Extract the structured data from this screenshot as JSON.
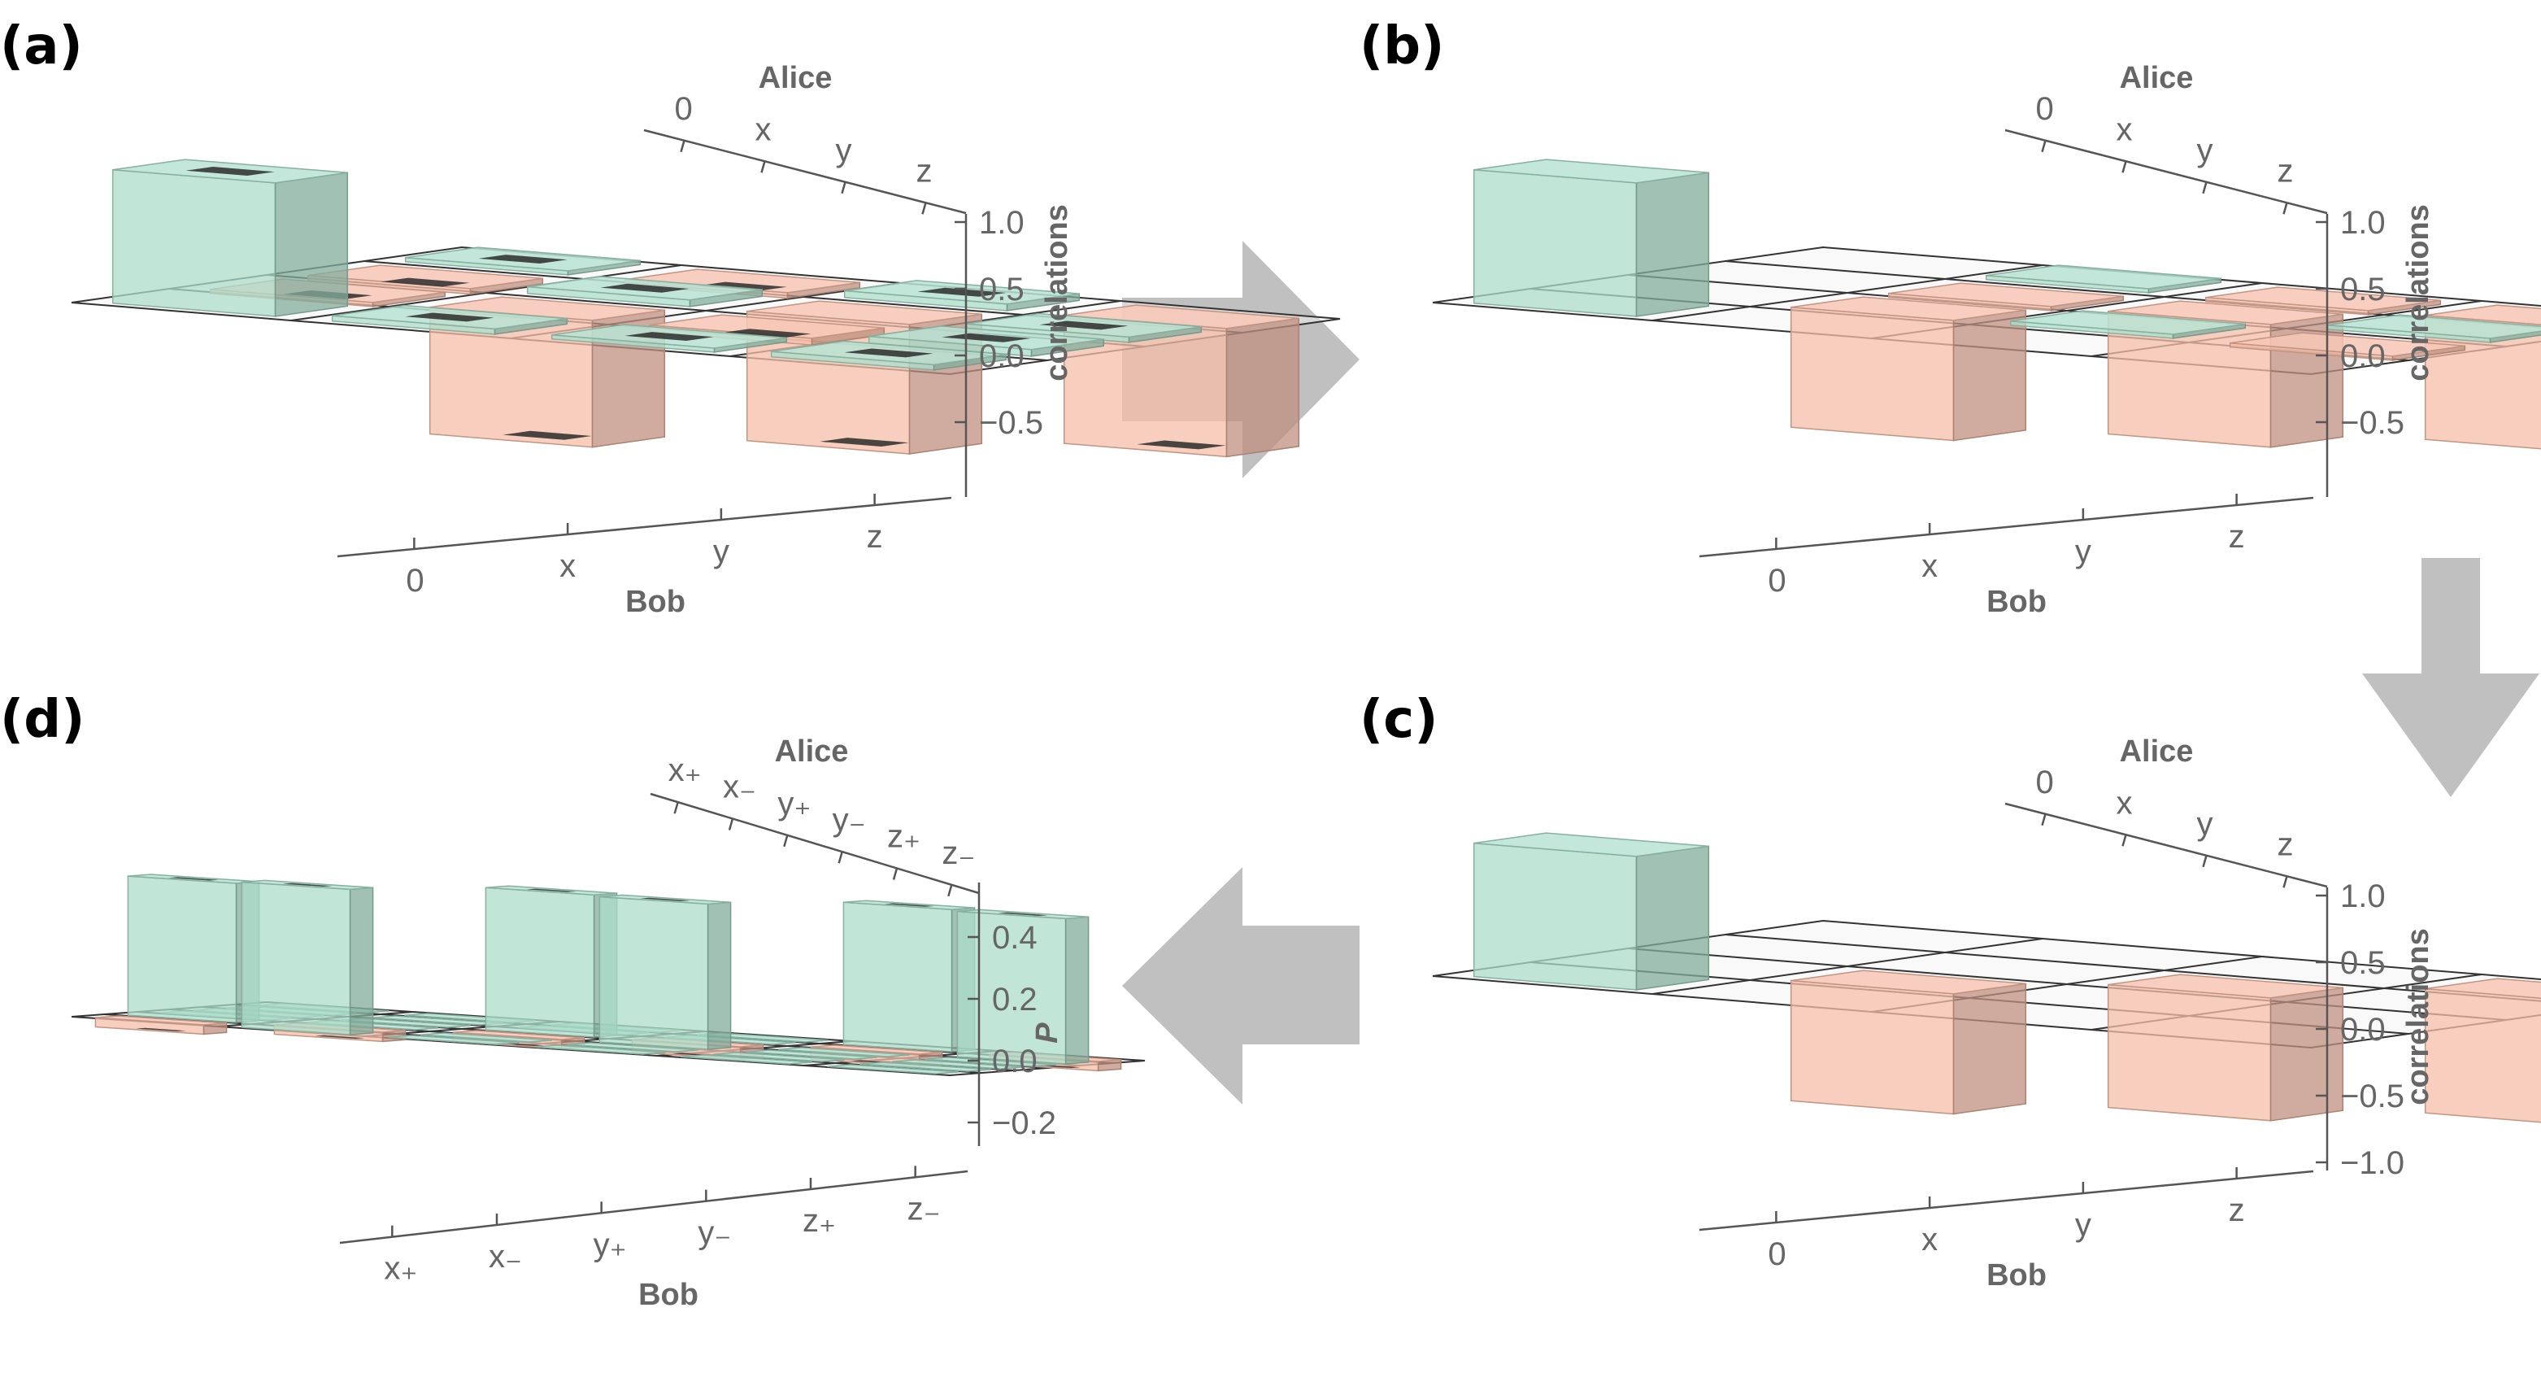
{
  "figure": {
    "panels": {
      "a": {
        "label": "(a)"
      },
      "b": {
        "label": "(b)"
      },
      "c": {
        "label": "(c)"
      },
      "d": {
        "label": "(d)"
      }
    }
  },
  "colors": {
    "positive": "#a8dcc8",
    "negative": "#f5b9a3",
    "error": "#2b2b2b",
    "arrow": "#c0c0c0"
  },
  "chart_data": [
    {
      "panel": "a",
      "type": "bar3d",
      "title": "",
      "axis_alice_label": "Alice",
      "axis_bob_label": "Bob",
      "z_label": "correlations",
      "alice_categories": [
        "0",
        "x",
        "y",
        "z"
      ],
      "bob_categories": [
        "0",
        "x",
        "y",
        "z"
      ],
      "z_ticks": [
        "1.0",
        "0.5",
        "0.0",
        "−0.5"
      ],
      "zlim": [
        -1.0,
        1.0
      ],
      "values": [
        [
          1.0,
          0.04,
          0.03,
          0.04
        ],
        [
          -0.03,
          -0.95,
          -0.05,
          0.05
        ],
        [
          -0.04,
          0.05,
          -0.97,
          0.04
        ],
        [
          0.03,
          -0.04,
          0.05,
          -0.96
        ]
      ],
      "error_markers": true
    },
    {
      "panel": "b",
      "type": "bar3d",
      "title": "",
      "axis_alice_label": "Alice",
      "axis_bob_label": "Bob",
      "z_label": "correlations",
      "alice_categories": [
        "0",
        "x",
        "y",
        "z"
      ],
      "bob_categories": [
        "0",
        "x",
        "y",
        "z"
      ],
      "z_ticks": [
        "1.0",
        "0.5",
        "0.0",
        "−0.5"
      ],
      "zlim": [
        -1.0,
        1.0
      ],
      "values": [
        [
          1.0,
          0.0,
          0.0,
          0.0
        ],
        [
          0.0,
          -0.9,
          0.03,
          -0.03
        ],
        [
          0.0,
          -0.03,
          -0.92,
          0.03
        ],
        [
          0.0,
          0.03,
          -0.03,
          -0.93
        ]
      ],
      "error_markers": false
    },
    {
      "panel": "c",
      "type": "bar3d",
      "title": "",
      "axis_alice_label": "Alice",
      "axis_bob_label": "Bob",
      "z_label": "correlations",
      "alice_categories": [
        "0",
        "x",
        "y",
        "z"
      ],
      "bob_categories": [
        "0",
        "x",
        "y",
        "z"
      ],
      "z_ticks": [
        "1.0",
        "0.5",
        "0.0",
        "−0.5",
        "−1.0"
      ],
      "zlim": [
        -1.0,
        1.0
      ],
      "values": [
        [
          1.0,
          0.0,
          0.0,
          0.0
        ],
        [
          0.0,
          -0.9,
          0.0,
          0.0
        ],
        [
          0.0,
          0.0,
          -0.92,
          0.0
        ],
        [
          0.0,
          0.0,
          0.0,
          -0.93
        ]
      ],
      "error_markers": false
    },
    {
      "panel": "d",
      "type": "bar3d",
      "title": "",
      "axis_alice_label": "Alice",
      "axis_bob_label": "Bob",
      "z_label": "P",
      "alice_categories": [
        "x₊",
        "x₋",
        "y₊",
        "y₋",
        "z₊",
        "z₋"
      ],
      "bob_categories": [
        "x₊",
        "x₋",
        "y₊",
        "y₋",
        "z₊",
        "z₋"
      ],
      "z_ticks": [
        "0.4",
        "0.2",
        "0.0",
        "−0.2"
      ],
      "zlim": [
        -0.25,
        0.55
      ],
      "values": [
        [
          -0.03,
          0.47,
          0.0,
          0.0,
          0.0,
          0.0
        ],
        [
          0.45,
          -0.03,
          0.0,
          0.0,
          0.0,
          0.0
        ],
        [
          0.0,
          0.0,
          -0.03,
          0.47,
          0.0,
          0.0
        ],
        [
          0.0,
          0.0,
          0.46,
          -0.04,
          0.0,
          0.0
        ],
        [
          0.0,
          0.0,
          0.0,
          0.0,
          -0.04,
          0.47
        ],
        [
          0.0,
          0.0,
          0.0,
          0.0,
          0.46,
          -0.03
        ]
      ],
      "error_markers": true
    }
  ]
}
